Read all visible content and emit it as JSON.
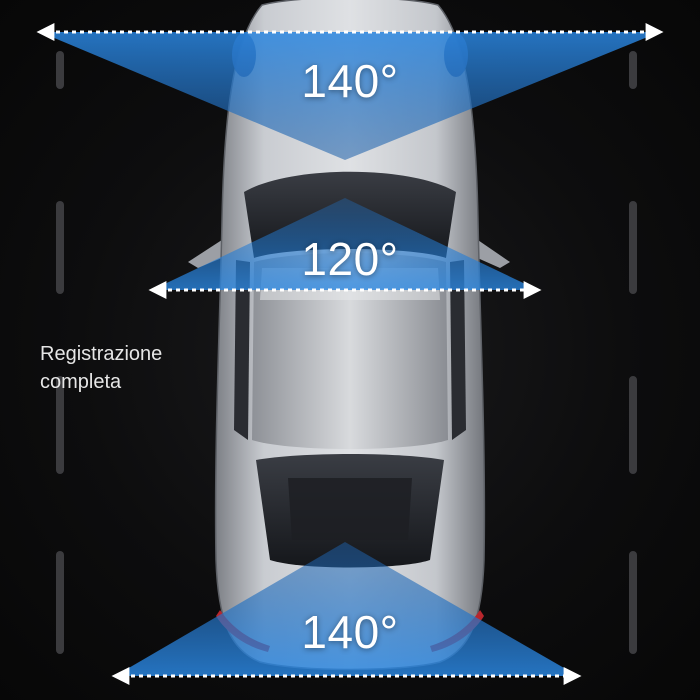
{
  "caption": {
    "line1": "Registrazione",
    "line2": "completa"
  },
  "views": {
    "front": {
      "angle": "140°",
      "color": "#2a7fd4"
    },
    "mid": {
      "angle": "120°",
      "color": "#2a7fd4"
    },
    "rear": {
      "angle": "140°",
      "color": "#2a7fd4"
    }
  },
  "colors": {
    "background": "#0c0c0d",
    "car_body": "#b9bcc1",
    "fov_blue": "#2a7fd4",
    "arrow": "#ffffff",
    "lane_mark": "#3a3a3c"
  }
}
